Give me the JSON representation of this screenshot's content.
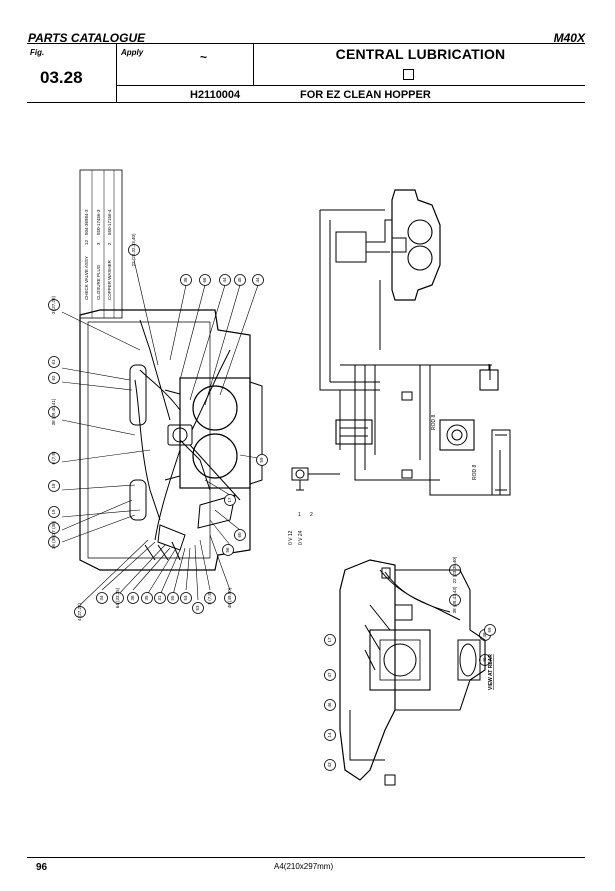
{
  "header": {
    "catalogue_title": "PARTS CATALOGUE",
    "model": "M40X"
  },
  "title_block": {
    "fig_label": "Fig.",
    "fig_number": "03.28",
    "apply_label": "Apply",
    "apply_value": "~",
    "section_title": "CENTRAL LUBRICATION",
    "part_code": "H2110004",
    "part_description": "FOR EZ CLEAN HOPPER"
  },
  "drawing": {
    "callouts_left": [
      "3 (27,28)",
      "61",
      "62",
      "38 (39,40,41)",
      "6 (7,8)",
      "18",
      "19",
      "37 (38)",
      "36 (38)",
      "4 (27,28)",
      "34",
      "64 (33,25)",
      "36",
      "35",
      "31",
      "55",
      "54",
      "53",
      "5 (7,8)",
      "48 (49,50)"
    ],
    "callouts_right": [
      "36",
      "66",
      "44",
      "45",
      "44",
      "59",
      "17",
      "60",
      "56"
    ],
    "callouts_top": [
      "22 (23,32,33,40)"
    ],
    "callouts_lower": [
      "17",
      "47",
      "46",
      "14",
      "43",
      "22 (23,35,40)",
      "38 (39,41,43)",
      "48",
      "49",
      "59"
    ],
    "table_rows": [
      [
        "CHECK VALVE ASSY",
        "12",
        "504-36984-3"
      ],
      [
        "CLOSURE PLUG",
        "3",
        "550-17456-3"
      ],
      [
        "COPPER WASHER",
        "2",
        "550-17156-4"
      ]
    ],
    "switch_labels": [
      "1",
      "2"
    ],
    "voltage_labels": [
      "0 V 24",
      "0 V 12"
    ],
    "rod_labels": [
      "ROD 8",
      "ROD 8"
    ],
    "view_label": "VIEW AT REAR"
  },
  "footer": {
    "page_number": "96",
    "paper_size": "A4(210x297mm)"
  }
}
